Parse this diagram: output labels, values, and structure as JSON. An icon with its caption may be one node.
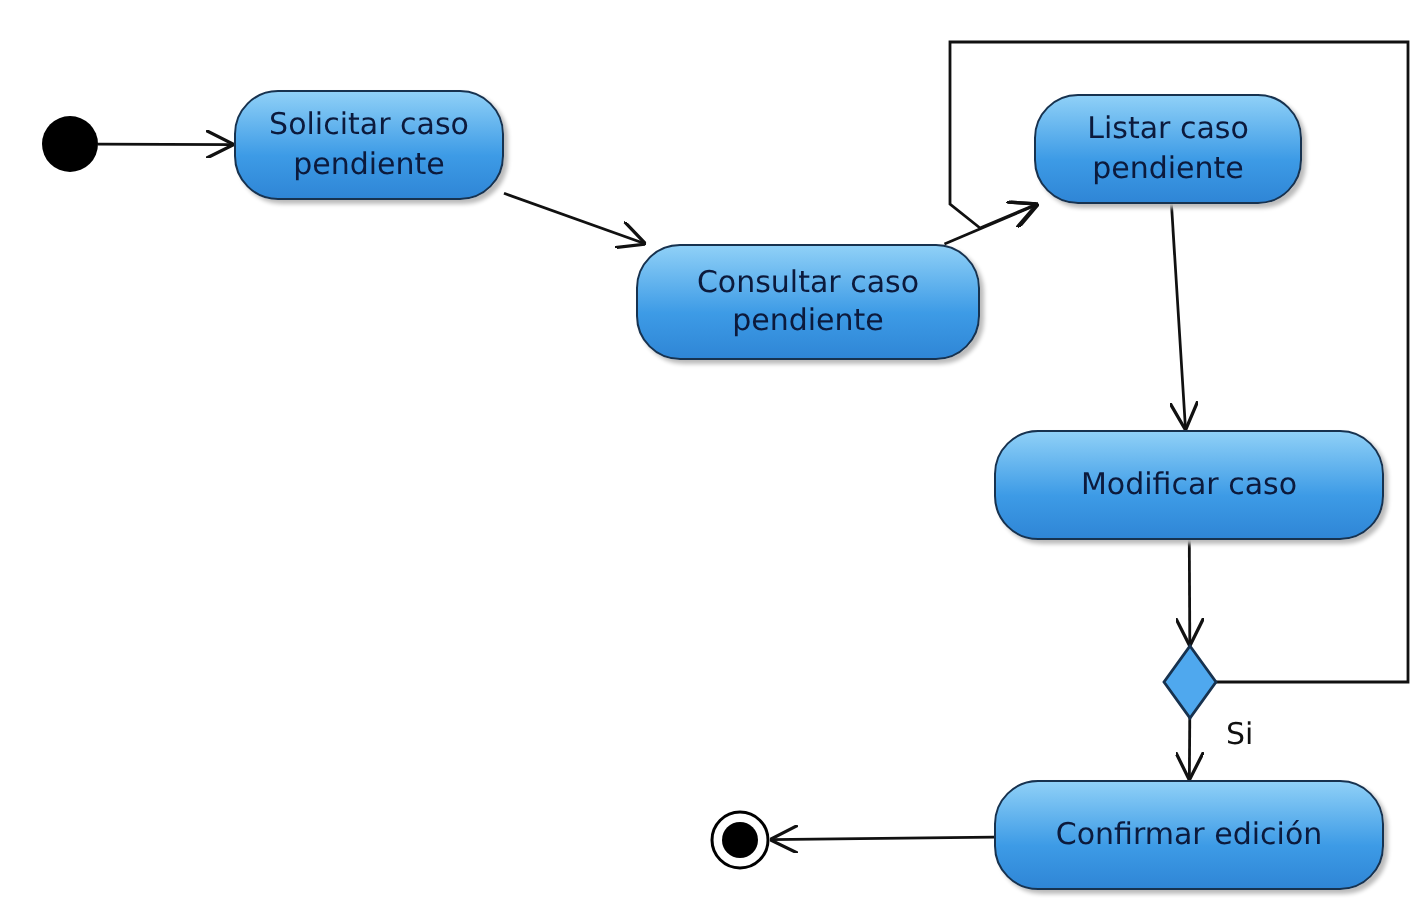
{
  "diagram": {
    "nodes": [
      {
        "text": [],
        "shape": "circle"
      },
      {
        "text": [
          "Solicitar caso pendiente"
        ]
      },
      {
        "text": [
          "Consultar caso pendiente"
        ]
      },
      {
        "text": [
          "Listar caso pendiente"
        ]
      },
      {
        "text": [
          "Modificar caso"
        ]
      },
      {
        "text": [],
        "shape": "diamond"
      },
      {
        "text": [
          "Confirmar edición"
        ]
      },
      {
        "text": [],
        "shape": "bullseye"
      }
    ],
    "edges": [
      {
        "from": 0,
        "to": 1,
        "arrow": "to"
      },
      {
        "from": 1,
        "to": 2,
        "arrow": "to"
      },
      {
        "from": 2,
        "to": 3,
        "arrow": "to"
      },
      {
        "from": 3,
        "to": 4,
        "arrow": "to"
      },
      {
        "from": 4,
        "to": 5,
        "arrow": "to"
      },
      {
        "from": 5,
        "to": 6,
        "arrow": "to",
        "label": "Si"
      },
      {
        "from": 6,
        "to": 7,
        "arrow": "to"
      },
      {
        "from": 5,
        "to": 3,
        "arrow": "to"
      }
    ]
  }
}
